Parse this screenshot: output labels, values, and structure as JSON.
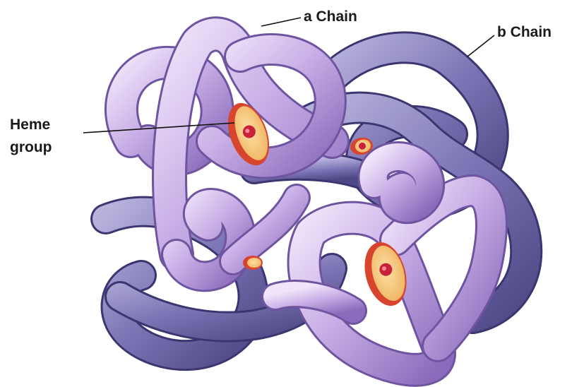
{
  "labels": {
    "alpha_chain": "a Chain",
    "beta_chain": "b Chain",
    "heme_line1": "Heme",
    "heme_line2": "group"
  },
  "colors": {
    "alpha_light": "#d9c4ee",
    "alpha_mid": "#b898dc",
    "alpha_dark": "#7e5fae",
    "beta_light": "#a6a0cf",
    "beta_mid": "#7a72b2",
    "beta_dark": "#4a4482",
    "heme_rim": "#d8452f",
    "heme_face": "#f6c57a",
    "heme_center": "#c8213a"
  },
  "icons": {
    "subunit": "protein-subunit-tube",
    "heme": "heme-disc-icon"
  }
}
